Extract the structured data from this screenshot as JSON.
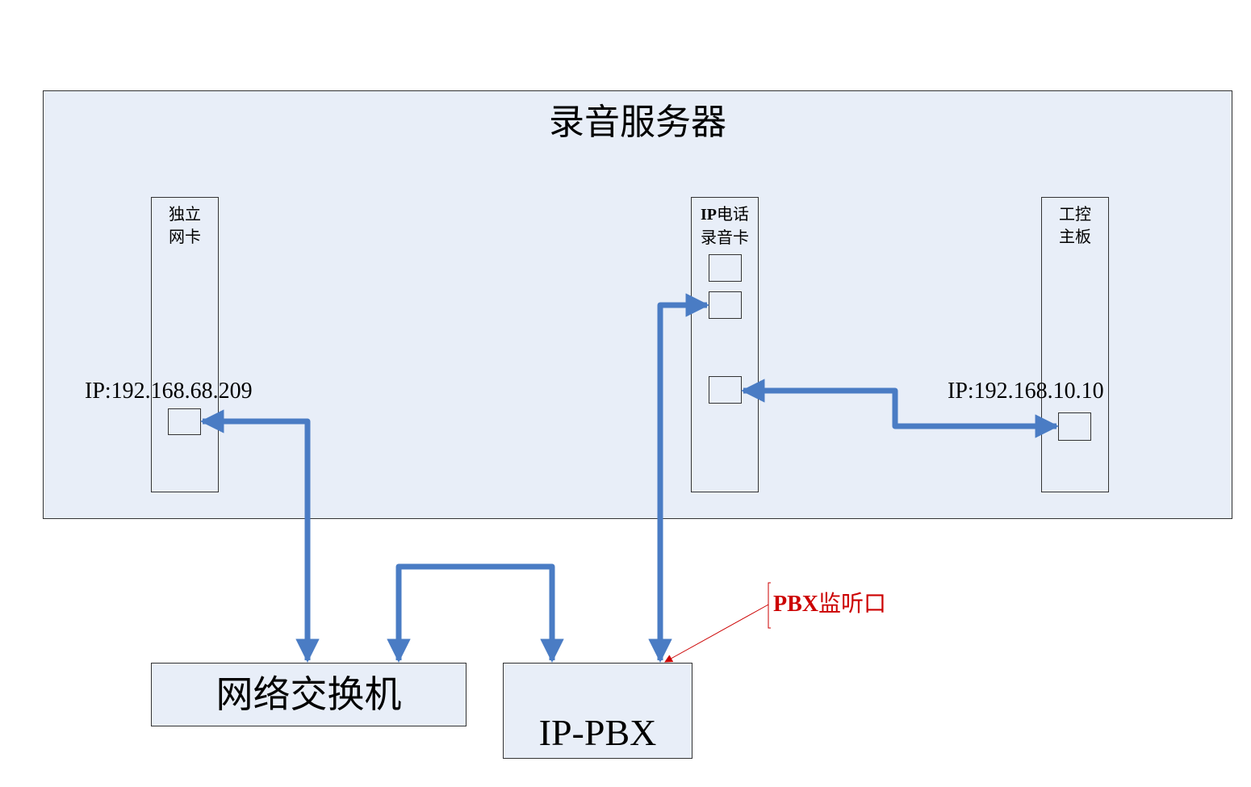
{
  "server": {
    "title": "录音服务器"
  },
  "cards": {
    "nic": {
      "line1": "独立",
      "line2": "网卡"
    },
    "rec": {
      "bold": "IP",
      "line1_rest": "电话",
      "line2": "录音卡"
    },
    "board": {
      "line1": "工控",
      "line2": "主板"
    }
  },
  "ips": {
    "nic": "IP:192.168.68.209",
    "board": "IP:192.168.10.10"
  },
  "devices": {
    "switch": "网络交换机",
    "pbx": "IP-PBX"
  },
  "monitor": {
    "bold": "PBX",
    "rest": "监听口",
    "color": "#cc0000"
  },
  "colors": {
    "arrow": "#4a7cc4",
    "fill": "#e8eef8",
    "callout": "#cc0000"
  }
}
